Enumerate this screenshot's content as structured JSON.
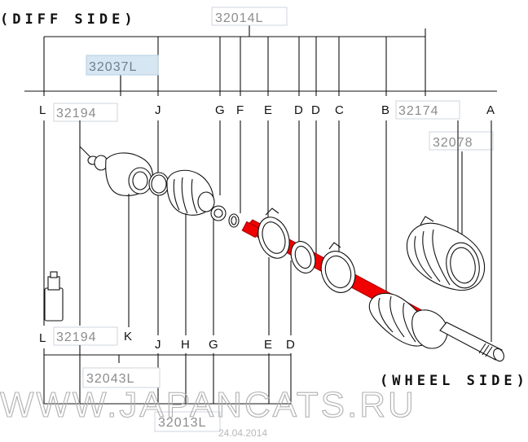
{
  "headers": {
    "diff_side": "(DIFF SIDE)",
    "wheel_side": "(WHEEL SIDE)"
  },
  "part_numbers": {
    "top_assembly": "32014L",
    "highlighted": "32037L",
    "left_upper": "32194",
    "right_upper": "32174",
    "right_side": "32078",
    "left_lower": "32194",
    "bottom_left": "32043L",
    "bottom_center": "32013L"
  },
  "top_letters": [
    "L",
    "J",
    "G",
    "F",
    "E",
    "D",
    "D",
    "C",
    "B",
    "A"
  ],
  "bottom_letters": [
    "L",
    "K",
    "J",
    "H",
    "G",
    "E",
    "D"
  ],
  "watermark": {
    "text": "WWW.JAPANCATS.RU",
    "date": "24.04.2014"
  },
  "colors": {
    "highlight_fill": "#d6e6f2",
    "shaft_red": "#f00000",
    "part_number_gray": "#8c8c8c"
  }
}
